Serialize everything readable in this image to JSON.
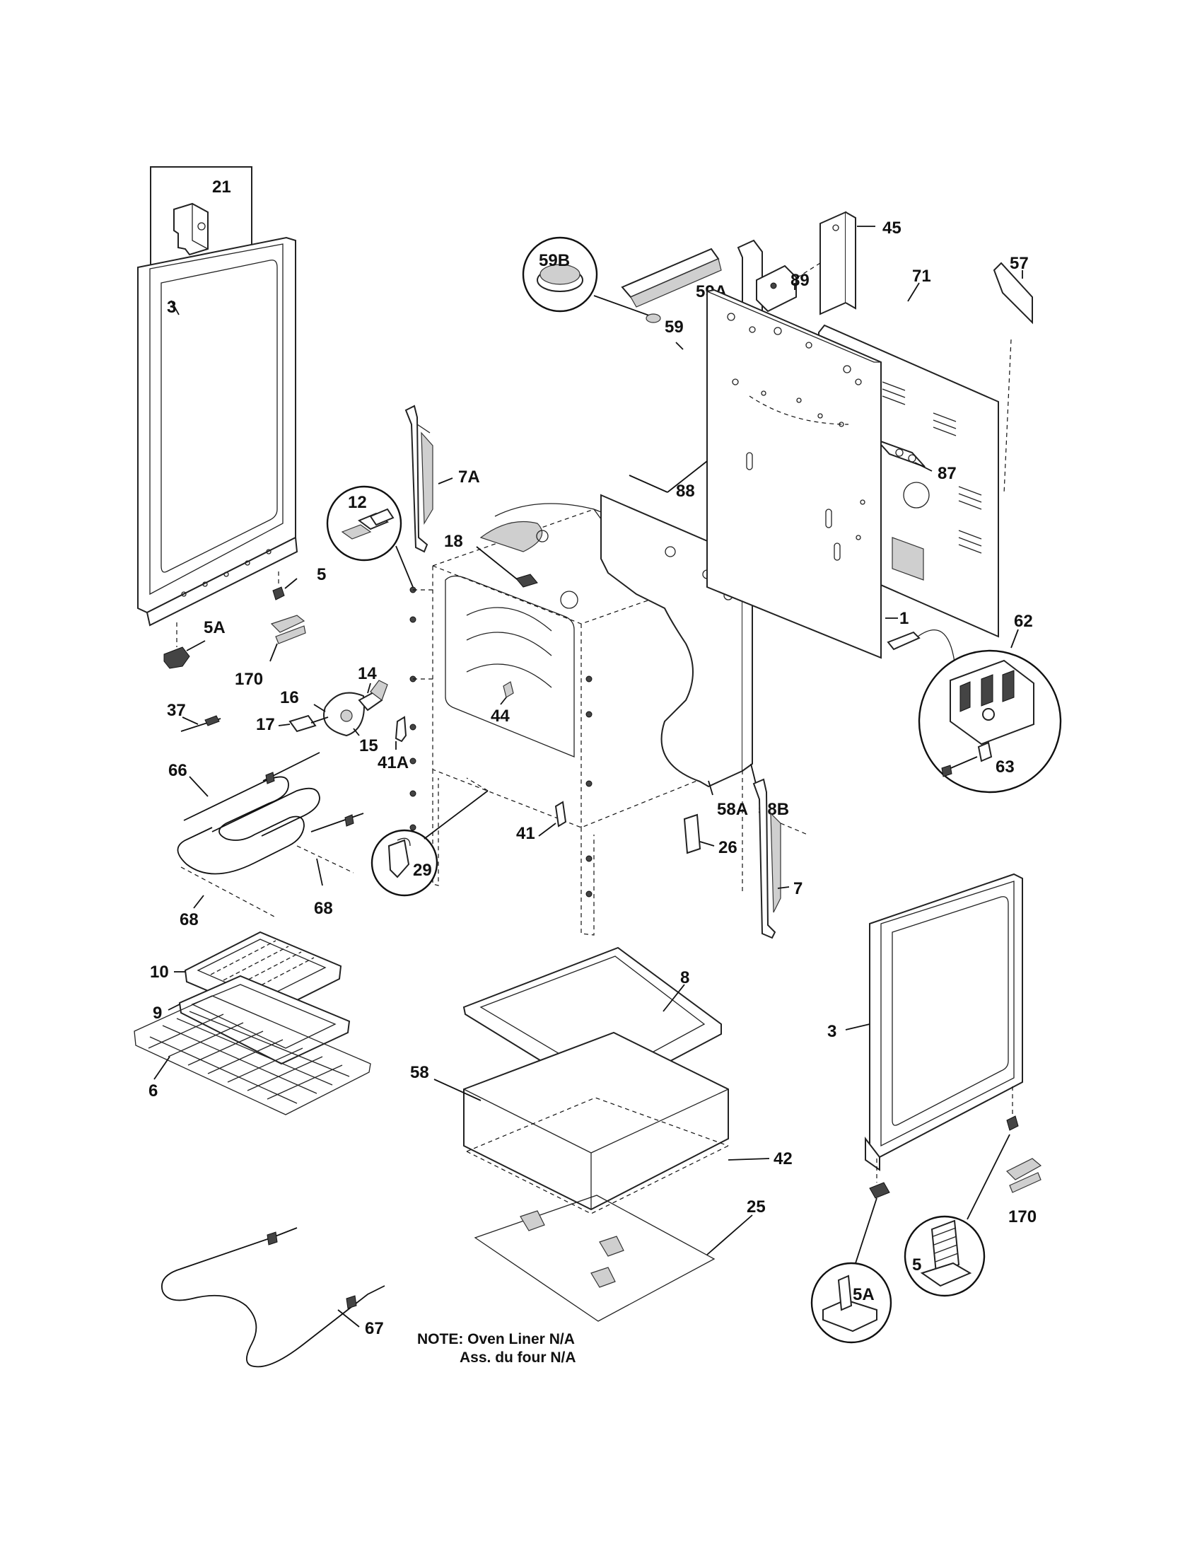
{
  "labels": {
    "p21": "21",
    "p3_left": "3",
    "p5_left": "5",
    "p5a_left": "5A",
    "p170_left": "170",
    "p12": "12",
    "p7a": "7A",
    "p18": "18",
    "p14": "14",
    "p16": "16",
    "p17": "17",
    "p15": "15",
    "p37": "37",
    "p41a": "41A",
    "p44": "44",
    "p66": "66",
    "p68_left": "68",
    "p68_right": "68",
    "p29": "29",
    "p41": "41",
    "p26": "26",
    "p7": "7",
    "p10": "10",
    "p9": "9",
    "p6": "6",
    "p8": "8",
    "p58": "58",
    "p42": "42",
    "p25": "25",
    "p67": "67",
    "p45": "45",
    "p59a": "59A",
    "p59": "59",
    "p59b": "59B",
    "p89": "89",
    "p71": "71",
    "p57": "57",
    "p87": "87",
    "p88": "88",
    "p1": "1",
    "p62": "62",
    "p63": "63",
    "p58a": "58A",
    "p58b": "58B",
    "p3_right": "3",
    "p170_right": "170",
    "p5_right": "5",
    "p5a_right": "5A"
  },
  "note": {
    "line1": "NOTE: Oven Liner N/A",
    "line2": "Ass. du four N/A"
  }
}
